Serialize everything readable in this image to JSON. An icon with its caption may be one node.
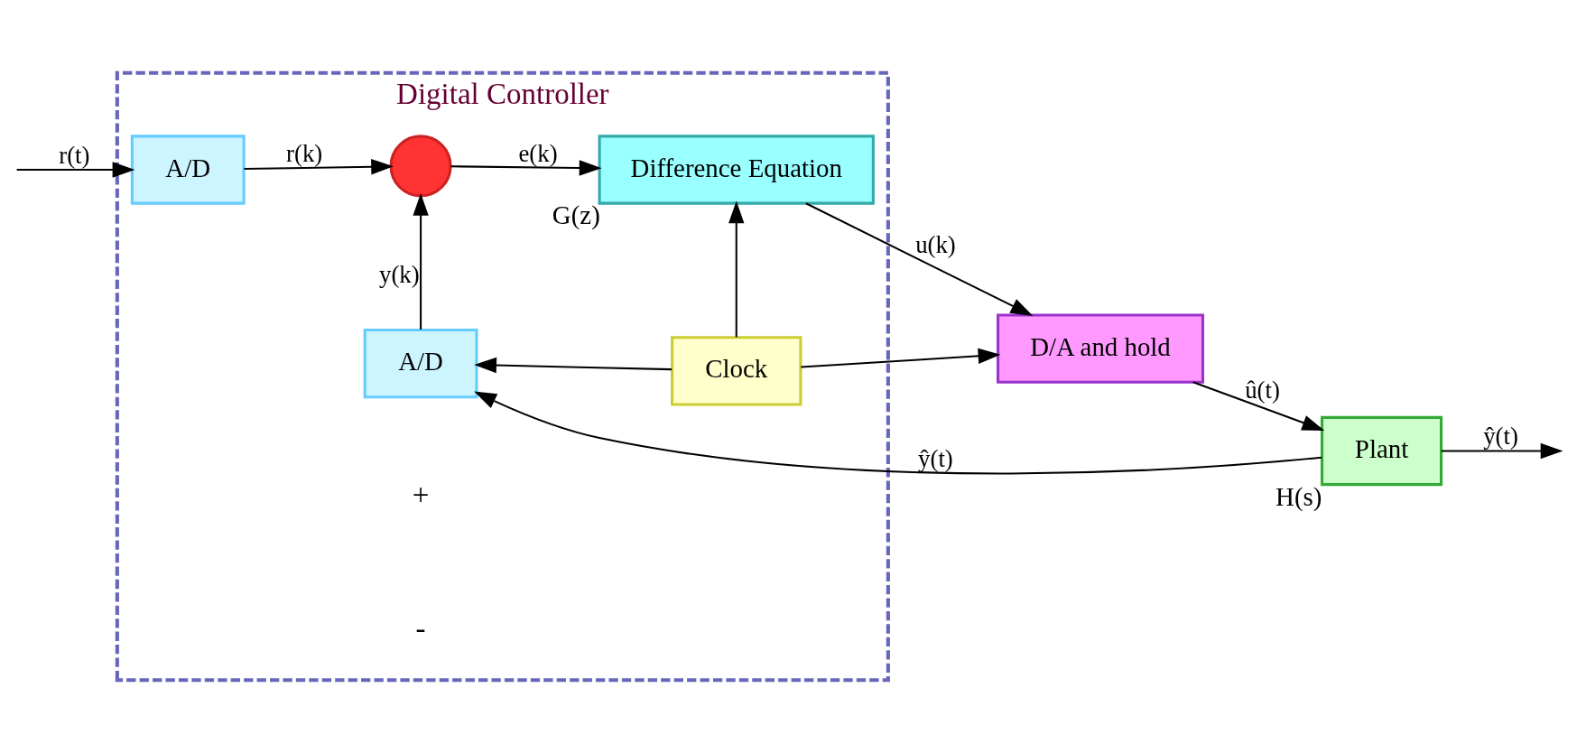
{
  "diagram": {
    "nodes": [
      {
        "text": [
          "Digital Controller"
        ]
      },
      {
        "text": [
          "A/D"
        ],
        "in": 0
      },
      {
        "text": [],
        "shape": "circle",
        "in": 0
      },
      {
        "text": [
          "Difference Equation"
        ],
        "beside": [
          "G(z)"
        ],
        "in": 0
      },
      {
        "text": [
          "D/A and hold"
        ]
      },
      {
        "text": [
          "Plant"
        ],
        "beside": [
          "H(s)"
        ]
      },
      {
        "text": [
          "Clock"
        ],
        "in": 0
      },
      {
        "text": [
          "A/D"
        ],
        "in": 0
      }
    ],
    "edges": [
      {
        "from": null,
        "to": 1,
        "arrow": "to",
        "label": "r(t)"
      },
      {
        "from": 1,
        "to": 2,
        "arrow": "to",
        "label": "r(k)"
      },
      {
        "from": 2,
        "to": 3,
        "arrow": "to",
        "label": "e(k)"
      },
      {
        "from": 3,
        "to": 4,
        "arrow": "to",
        "label": "u(k)"
      },
      {
        "from": 4,
        "to": 5,
        "arrow": "to",
        "label": "û(t)"
      },
      {
        "from": 5,
        "to": null,
        "arrow": "to",
        "label": "ŷ(t)"
      },
      {
        "from": 5,
        "to": 7,
        "arrow": "to",
        "label": "ŷ(t)"
      },
      {
        "from": 7,
        "to": 2,
        "arrow": "to",
        "label": "y(k)"
      },
      {
        "from": 6,
        "to": 3,
        "arrow": "to"
      },
      {
        "from": 6,
        "to": 4,
        "arrow": "to"
      },
      {
        "from": 6,
        "to": 7,
        "arrow": "to"
      }
    ],
    "labels": [
      "+",
      "-"
    ]
  }
}
